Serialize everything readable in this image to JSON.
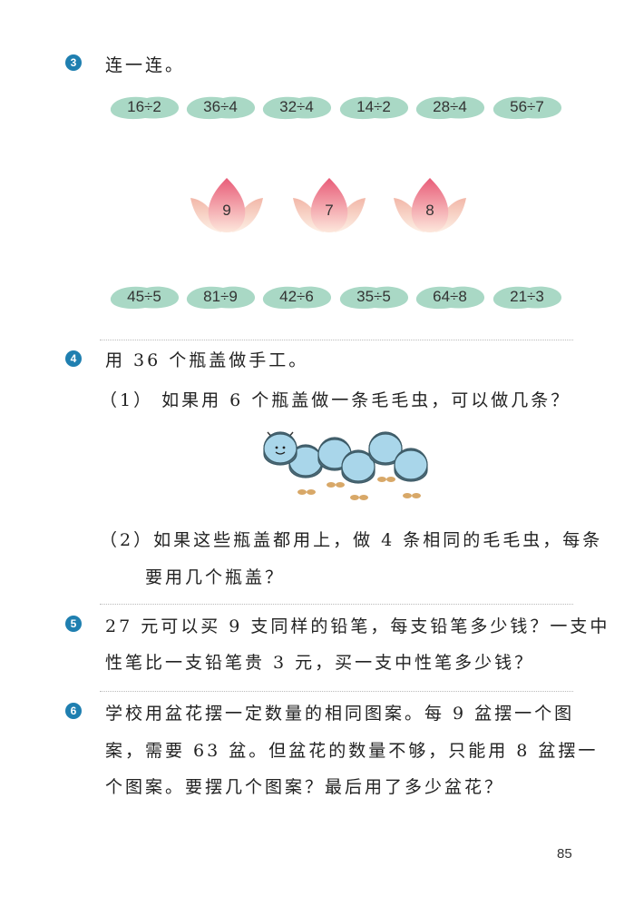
{
  "page_number": "85",
  "colors": {
    "badge": "#1f7fb0",
    "leaf": "#a9d8c5",
    "lotus_top": "#e85c78",
    "lotus_bottom": "#fde8dc"
  },
  "q3": {
    "number": "3",
    "title": "连一连。",
    "top_row": [
      "16÷2",
      "36÷4",
      "32÷4",
      "14÷2",
      "28÷4",
      "56÷7"
    ],
    "lotus": [
      "9",
      "7",
      "8"
    ],
    "bottom_row": [
      "45÷5",
      "81÷9",
      "42÷6",
      "35÷5",
      "64÷8",
      "21÷3"
    ]
  },
  "q4": {
    "number": "4",
    "title": "用 36 个瓶盖做手工。",
    "part1": "（1） 如果用 6 个瓶盖做一条毛毛虫，可以做几条？",
    "image": "caterpillar-made-of-bottle-caps",
    "part2_line1": "（2）如果这些瓶盖都用上，做 4 条相同的毛毛虫，每条",
    "part2_line2": "要用几个瓶盖？"
  },
  "q5": {
    "number": "5",
    "line1": "27 元可以买 9 支同样的铅笔，每支铅笔多少钱？一支中",
    "line2": "性笔比一支铅笔贵 3 元，买一支中性笔多少钱？"
  },
  "q6": {
    "number": "6",
    "line1": "学校用盆花摆一定数量的相同图案。每 9 盆摆一个图",
    "line2": "案，需要 63 盆。但盆花的数量不够，只能用 8 盆摆一",
    "line3": "个图案。要摆几个图案？最后用了多少盆花？"
  }
}
